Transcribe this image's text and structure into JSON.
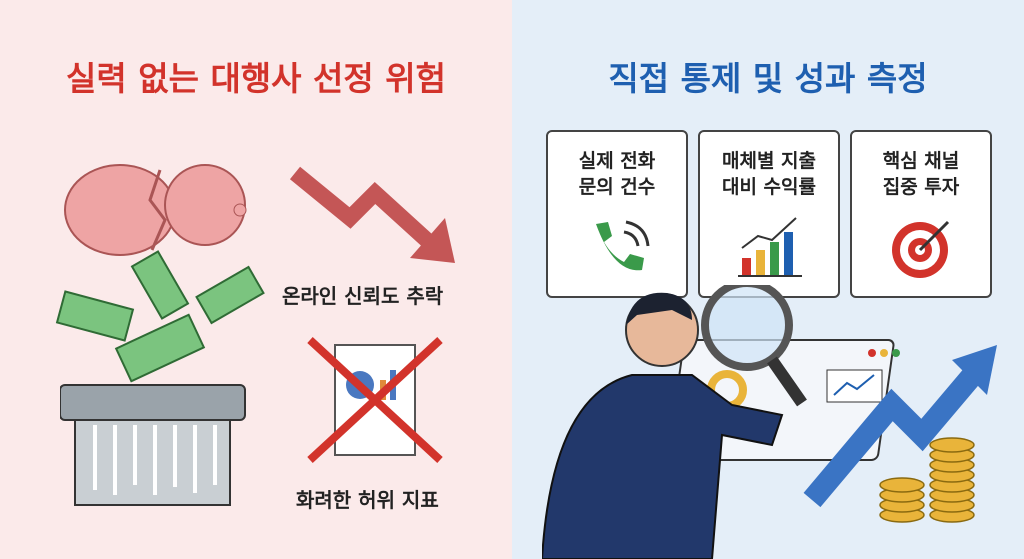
{
  "left": {
    "title": "실력 없는 대행사 선정 위험",
    "label_trust": "온라인 신뢰도 추락",
    "label_metrics": "화려한 허위 지표"
  },
  "right": {
    "title": "직접 통제 및 성과 측정",
    "cards": [
      {
        "line1": "실제 전화",
        "line2": "문의 건수",
        "icon": "phone-icon"
      },
      {
        "line1": "매체별 지출",
        "line2": "대비 수익률",
        "icon": "bar-chart-icon"
      },
      {
        "line1": "핵심 채널",
        "line2": "집중 투자",
        "icon": "target-icon"
      }
    ]
  },
  "colors": {
    "left_bg": "#fbeaea",
    "right_bg": "#e4eef8",
    "red": "#d2332b",
    "blue": "#1e5fb0"
  }
}
